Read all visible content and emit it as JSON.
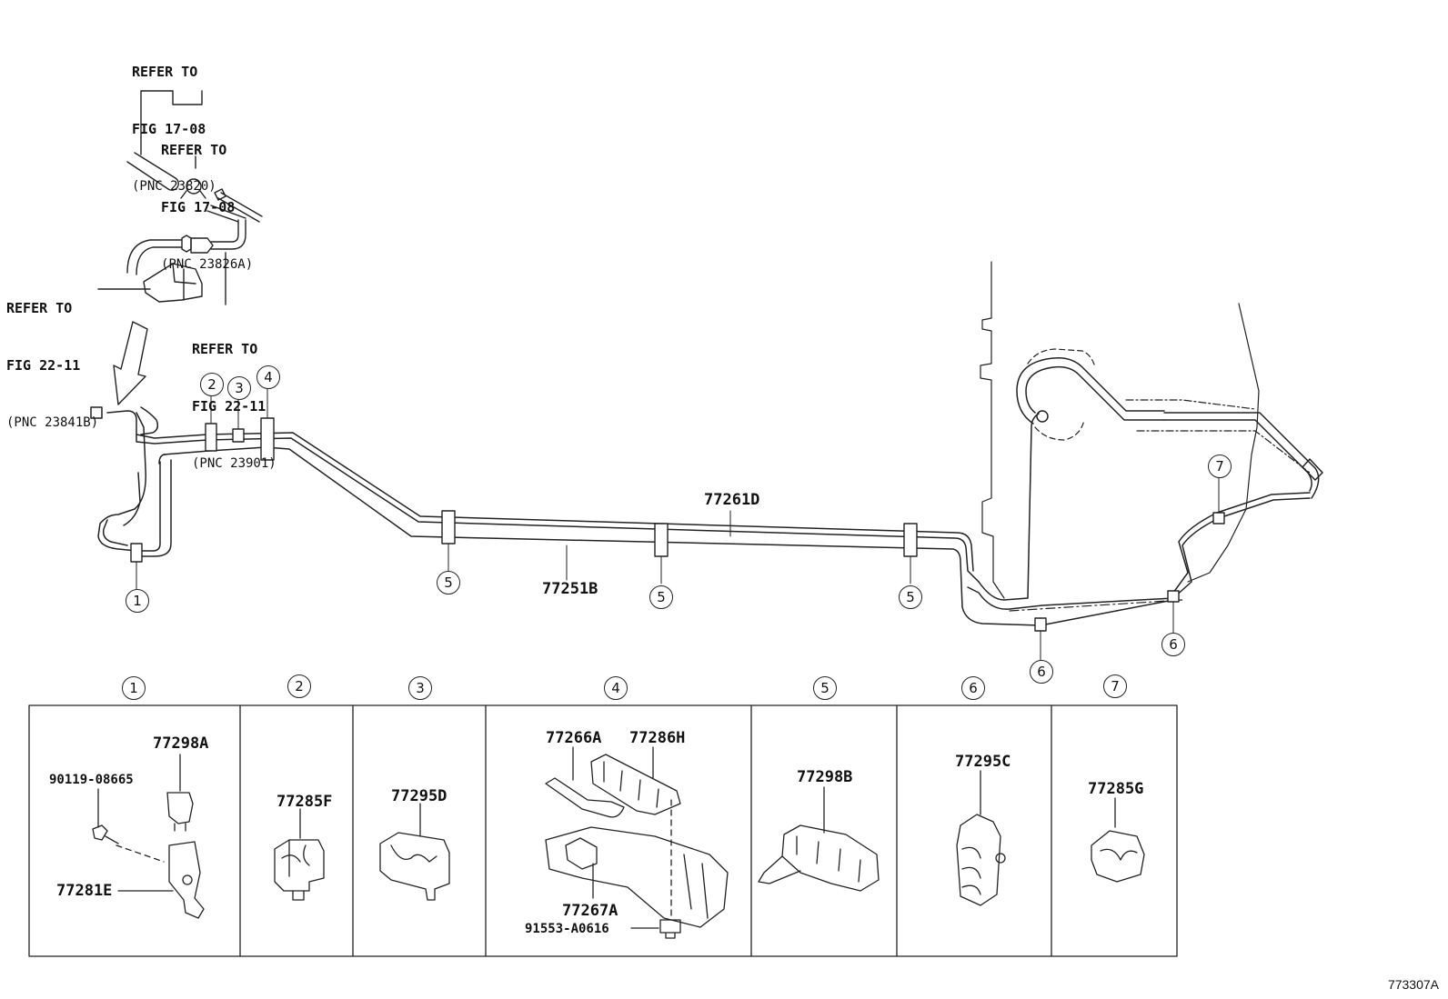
{
  "refs": {
    "r1": [
      "REFER TO",
      "FIG 17-08",
      "(PNC 23820)"
    ],
    "r2": [
      "REFER TO",
      "FIG 17-08",
      "(PNC 23826A)"
    ],
    "r3": [
      "REFER TO",
      "FIG 22-11",
      "(PNC 23841B)"
    ],
    "r4": [
      "REFER TO",
      "FIG 22-11",
      "(PNC 23901)"
    ]
  },
  "pipes": {
    "upper": "77261D",
    "lower": "77251B"
  },
  "callouts": [
    "1",
    "2",
    "3",
    "4",
    "5",
    "6",
    "7"
  ],
  "groups": [
    {
      "id": "1",
      "parts": [
        "77298A",
        "90119-08665",
        "77281E"
      ]
    },
    {
      "id": "2",
      "parts": [
        "77285F"
      ]
    },
    {
      "id": "3",
      "parts": [
        "77295D"
      ]
    },
    {
      "id": "4",
      "parts": [
        "77266A",
        "77286H",
        "77267A",
        "91553-A0616"
      ]
    },
    {
      "id": "5",
      "parts": [
        "77298B"
      ]
    },
    {
      "id": "6",
      "parts": [
        "77295C"
      ]
    },
    {
      "id": "7",
      "parts": [
        "77285G"
      ]
    }
  ],
  "figure_id": "773307A"
}
